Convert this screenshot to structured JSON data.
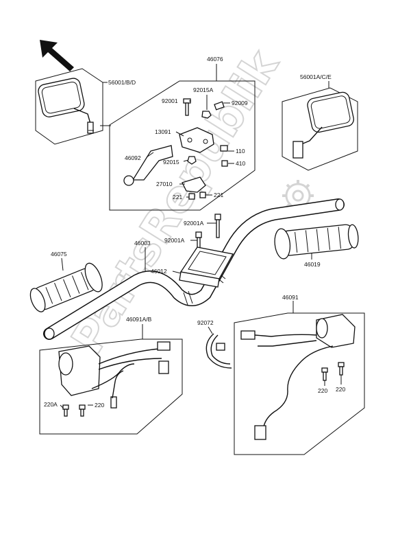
{
  "labels": {
    "handlebar_kit": "46076",
    "mirror_left": "56001/B/D",
    "mirror_right": "56001A/C/E",
    "bolt_92001": "92001",
    "nut_92015a": "92015A",
    "bolt_92009": "92009",
    "holder_13091": "13091",
    "lever_46092": "46092",
    "nut_92015": "92015",
    "part_110": "110",
    "part_410": "410",
    "switch_27010": "27010",
    "screw_221_left": "221",
    "screw_221_right": "221",
    "bolt_92001a_top": "92001A",
    "bolt_92001a_mid": "92001A",
    "handlebar": "46003",
    "grip_left": "46075",
    "holder_46012": "46012",
    "grip_right": "46019",
    "switch_right": "46091",
    "switch_left": "46091A/B",
    "clamp_92072": "92072",
    "screw_220a": "220A",
    "screw_220_left": "220",
    "screw_220_right_a": "220",
    "screw_220_right_b": "220"
  },
  "watermark": {
    "text": "PartsRepublik"
  },
  "icons": {
    "direction_arrow": "arrow-up-left-icon",
    "watermark_gear": "gear-icon"
  }
}
